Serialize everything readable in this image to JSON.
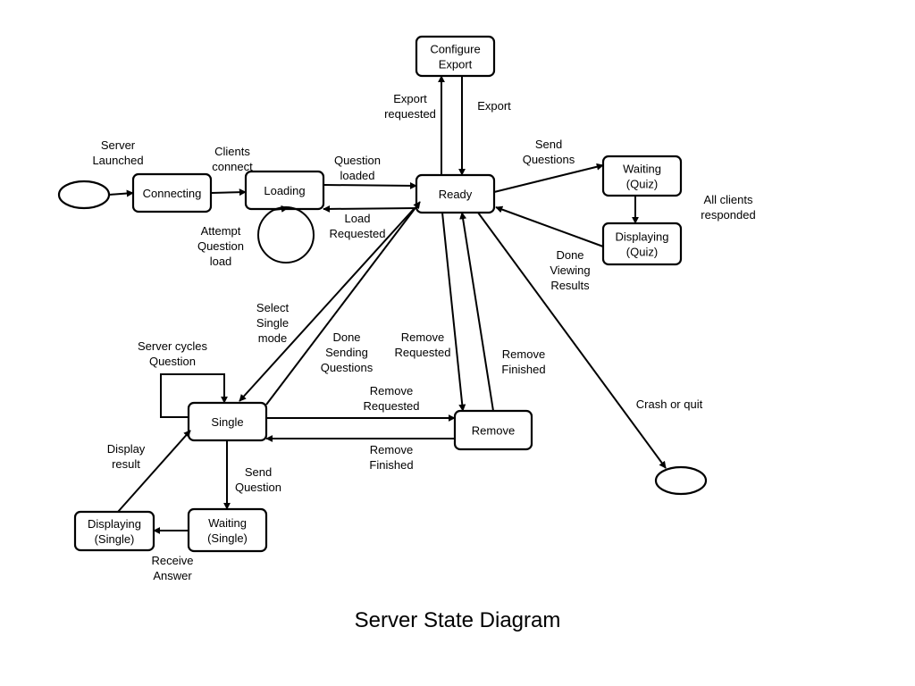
{
  "title": "Server State Diagram",
  "states": {
    "configure_export": [
      "Configure",
      "Export"
    ],
    "connecting": [
      "Connecting"
    ],
    "loading": [
      "Loading"
    ],
    "ready": [
      "Ready"
    ],
    "waiting_quiz": [
      "Waiting",
      "(Quiz)"
    ],
    "displaying_quiz": [
      "Displaying",
      "(Quiz)"
    ],
    "single": [
      "Single"
    ],
    "remove": [
      "Remove"
    ],
    "waiting_single": [
      "Waiting",
      "(Single)"
    ],
    "displaying_single": [
      "Displaying",
      "(Single)"
    ]
  },
  "labels": {
    "server_launched": [
      "Server",
      "Launched"
    ],
    "clients_connect": [
      "Clients",
      "connect"
    ],
    "question_loaded": [
      "Question",
      "loaded"
    ],
    "load_requested": [
      "Load",
      "Requested"
    ],
    "attempt_question_load": [
      "Attempt",
      "Question",
      "load"
    ],
    "export_requested": [
      "Export",
      "requested"
    ],
    "export": [
      "Export"
    ],
    "send_questions": [
      "Send",
      "Questions"
    ],
    "all_clients_responded": [
      "All clients",
      "responded"
    ],
    "done_viewing_results": [
      "Done",
      "Viewing",
      "Results"
    ],
    "select_single_mode": [
      "Select",
      "Single",
      "mode"
    ],
    "done_sending_questions": [
      "Done",
      "Sending",
      "Questions"
    ],
    "remove_requested_ready": [
      "Remove",
      "Requested"
    ],
    "remove_finished_ready": [
      "Remove",
      "Finished"
    ],
    "crash_or_quit": [
      "Crash or quit"
    ],
    "server_cycles_question": [
      "Server cycles",
      "Question"
    ],
    "remove_requested_single": [
      "Remove",
      "Requested"
    ],
    "remove_finished_single": [
      "Remove",
      "Finished"
    ],
    "display_result": [
      "Display",
      "result"
    ],
    "send_question": [
      "Send",
      "Question"
    ],
    "receive_answer": [
      "Receive",
      "Answer"
    ]
  }
}
